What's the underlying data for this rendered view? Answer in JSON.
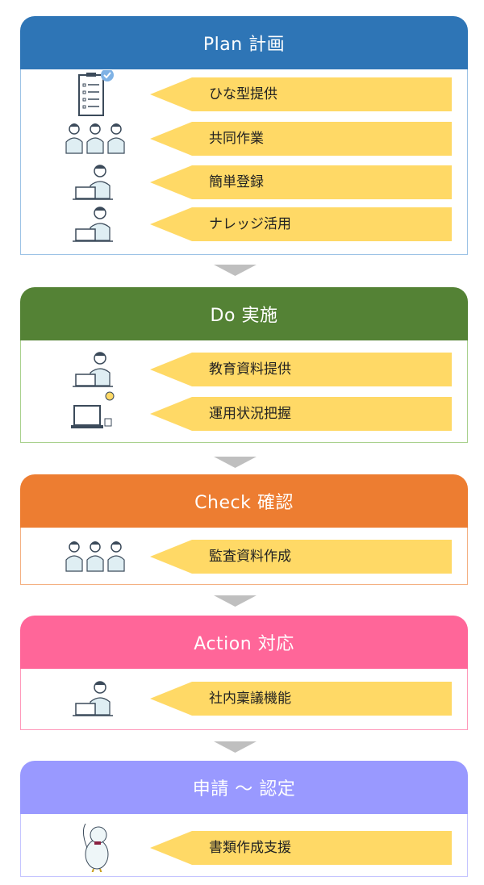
{
  "colors": {
    "feature_arrow": "#FFD966",
    "down_arrow": "#BFBFBF"
  },
  "sections": [
    {
      "title": "Plan 計画",
      "color": "#2E75B6",
      "border": "#9DC3E6",
      "items": [
        {
          "label": "ひな型提供",
          "icon": "checklist-clipboard-icon"
        },
        {
          "label": "共同作業",
          "icon": "team-people-icon"
        },
        {
          "label": "簡単登録",
          "icon": "person-laptop-register-icon"
        },
        {
          "label": "ナレッジ活用",
          "icon": "person-idea-laptop-icon"
        }
      ]
    },
    {
      "title": "Do 実施",
      "color": "#548235",
      "border": "#A9D18E",
      "items": [
        {
          "label": "教育資料提供",
          "icon": "teacher-presenting-icon"
        },
        {
          "label": "運用状況把握",
          "icon": "laptop-lightbulb-icon"
        }
      ]
    },
    {
      "title": "Check 確認",
      "color": "#ED7D31",
      "border": "#F4B183",
      "items": [
        {
          "label": "監査資料作成",
          "icon": "meeting-people-icon"
        }
      ]
    },
    {
      "title": "Action 対応",
      "color": "#FF6699",
      "border": "#FF99BB",
      "items": [
        {
          "label": "社内稟議機能",
          "icon": "person-laptop-approval-icon"
        }
      ]
    },
    {
      "title": "申請 ～ 認定",
      "color": "#9999FF",
      "border": "#C5C5FF",
      "items": [
        {
          "label": "書類作成支援",
          "icon": "bird-mascot-icon"
        }
      ]
    }
  ]
}
